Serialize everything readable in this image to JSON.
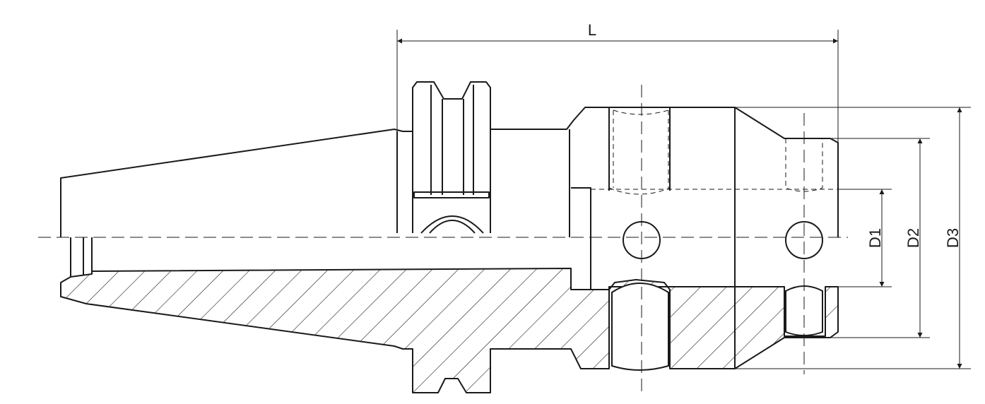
{
  "dimensions": {
    "length": "L",
    "d1": "D1",
    "d2": "D2",
    "d3": "D3"
  }
}
